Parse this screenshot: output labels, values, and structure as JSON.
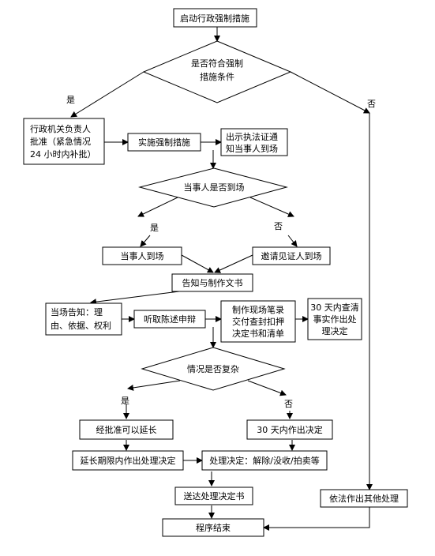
{
  "nodes": {
    "start": "启动行政强制措施",
    "decision_conditions": [
      "是否符合强制",
      "措施条件"
    ],
    "approval": [
      "行政机关负责人",
      "批准（紧急情况",
      "24 小时内补批）"
    ],
    "implement": "实施强制措施",
    "show_credential": [
      "出示执法证通",
      "知当事人到场"
    ],
    "decision_party_present": "当事人是否到场",
    "party_present": "当事人到场",
    "invite_witness": "邀请见证人到场",
    "inform_and_record": "告知与制作文书",
    "inform_onsite": [
      "当场告知：理",
      "由、依据、权利"
    ],
    "hear_statement": "听取陈述申辩",
    "make_record": [
      "制作现场笔录",
      "交付查封扣押",
      "决定书和清单"
    ],
    "decide_30days_a": [
      "30 天内查清",
      "事实作出处",
      "理决定"
    ],
    "decision_complex": "情况是否复杂",
    "extend_approval": "经批准可以延长",
    "decide_30days_b": "30 天内作出决定",
    "decide_in_extension": "延长期限内作出处理决定",
    "handling_decision": "处理决定：解除/没收/拍卖等",
    "deliver_decision": "送达处理决定书",
    "lawful_handling": "依法作出其他处理",
    "end": "程序结束"
  },
  "edge_labels": {
    "yes_1": "是",
    "no_1": "否",
    "yes_2": "是",
    "no_2": "否",
    "yes_3": "是",
    "no_3": "否"
  }
}
